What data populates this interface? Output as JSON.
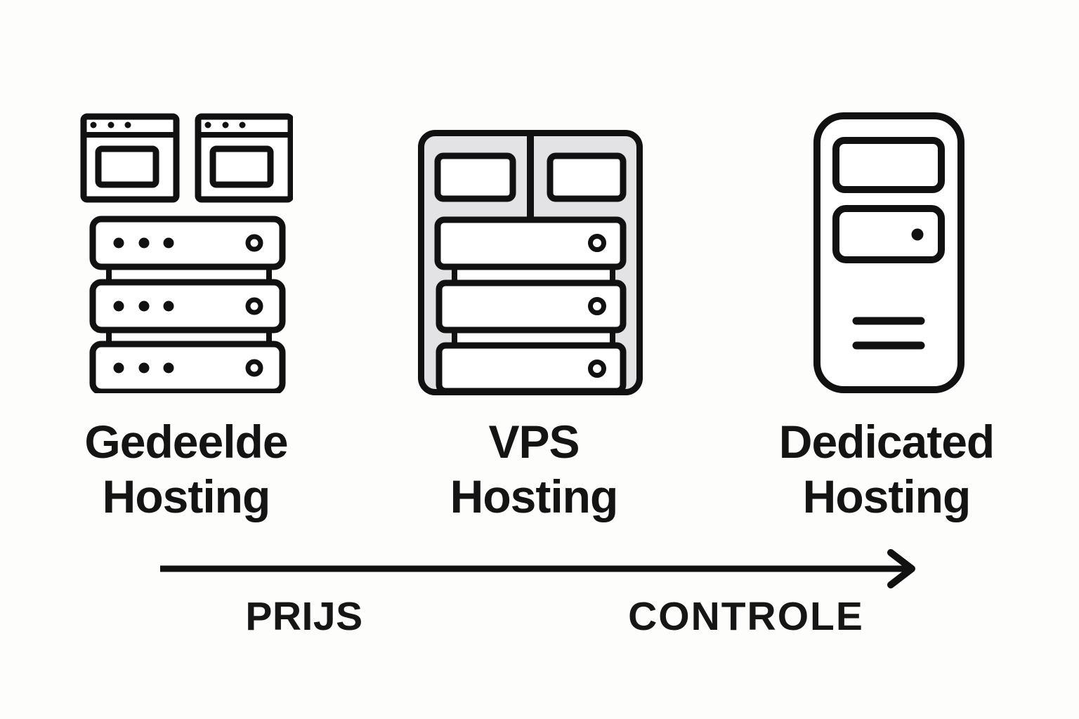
{
  "diagram": {
    "items": [
      {
        "key": "shared",
        "icon": "shared-hosting-icon",
        "label_line1": "Gedeelde",
        "label_line2": "Hosting"
      },
      {
        "key": "vps",
        "icon": "vps-hosting-icon",
        "label_line1": "VPS",
        "label_line2": "Hosting"
      },
      {
        "key": "dedicated",
        "icon": "dedicated-hosting-icon",
        "label_line1": "Dedicated",
        "label_line2": "Hosting"
      }
    ],
    "axis": {
      "left_label": "PRIJS",
      "right_label": "CONTROLE",
      "direction": "left-to-right"
    },
    "colors": {
      "ink": "#111111",
      "background": "#fdfdfc",
      "vps_container_fill": "#e3e3e5"
    }
  }
}
